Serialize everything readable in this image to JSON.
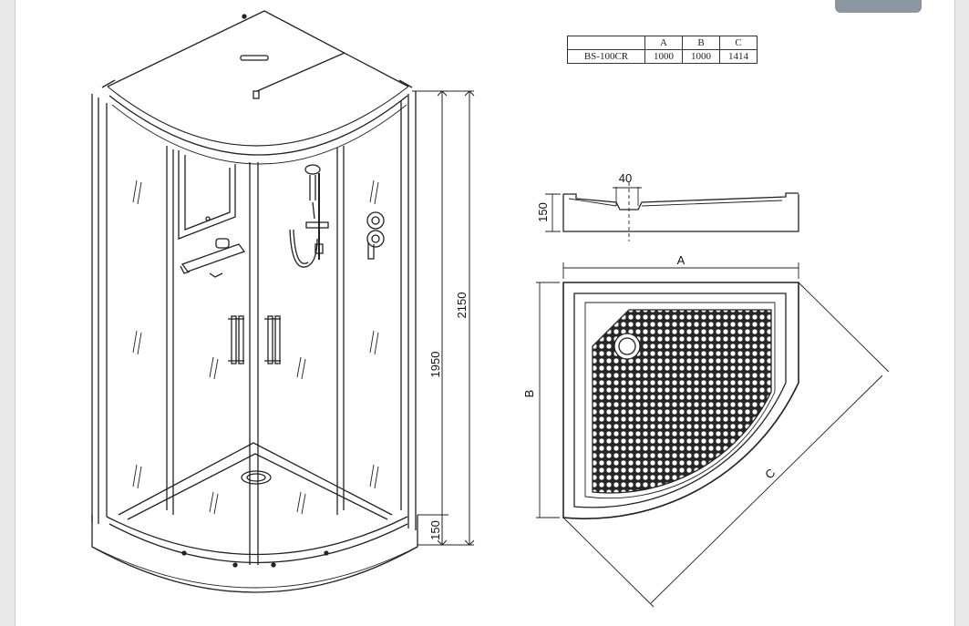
{
  "spec_table": {
    "headers": [
      "",
      "A",
      "B",
      "C"
    ],
    "row": [
      "BS-100CR",
      "1000",
      "1000",
      "1414"
    ]
  },
  "dimensions": {
    "total_height": "2150",
    "cabin_height": "1950",
    "tray_height": "150",
    "section_height": "150",
    "drain_width": "40",
    "side_a": "A",
    "side_b": "B",
    "diagonal_c": "C"
  },
  "colors": {
    "line": "#222222",
    "accent_button": "#8d97a4"
  }
}
